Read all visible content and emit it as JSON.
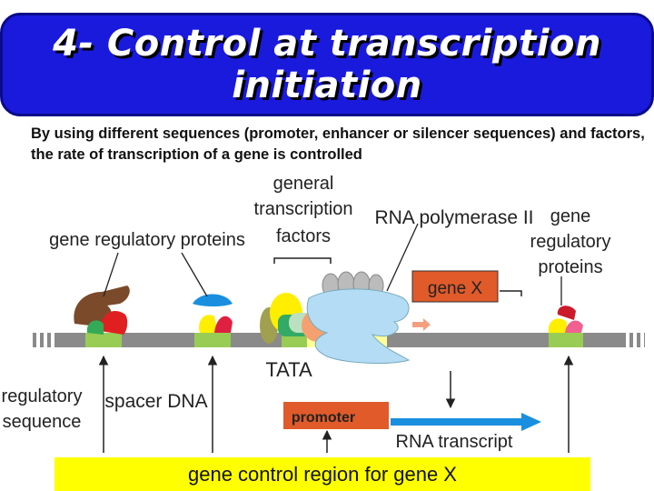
{
  "slide": {
    "title_line1": "4- Control at transcription",
    "title_line2": "initiation",
    "subtitle": "By using different sequences (promoter, enhancer or silencer sequences) and factors, the rate of transcription of a gene is controlled"
  },
  "diagram": {
    "labels": {
      "general_tf_1": "general",
      "general_tf_2": "transcription",
      "general_tf_3": "factors",
      "rna_pol": "RNA polymerase II",
      "gene_reg_left": "gene regulatory proteins",
      "gene_reg_right_1": "gene",
      "gene_reg_right_2": "regulatory",
      "gene_reg_right_3": "proteins",
      "gene_x": "gene X",
      "tata": "TATA",
      "regulatory_seq_1": "regulatory",
      "regulatory_seq_2": "sequence",
      "spacer_dna": "spacer DNA",
      "promoter": "promoter",
      "rna_transcript": "RNA transcript"
    },
    "colors": {
      "title_bg": "#1a1adc",
      "dna": "#8a8a8a",
      "reg_site": "#99cc55",
      "gene_x_box": "#e05a2a",
      "footer_bg": "#ffff00",
      "arrow_transcript": "#1a8fe0"
    }
  },
  "footer": {
    "label": "gene control region for gene X"
  }
}
